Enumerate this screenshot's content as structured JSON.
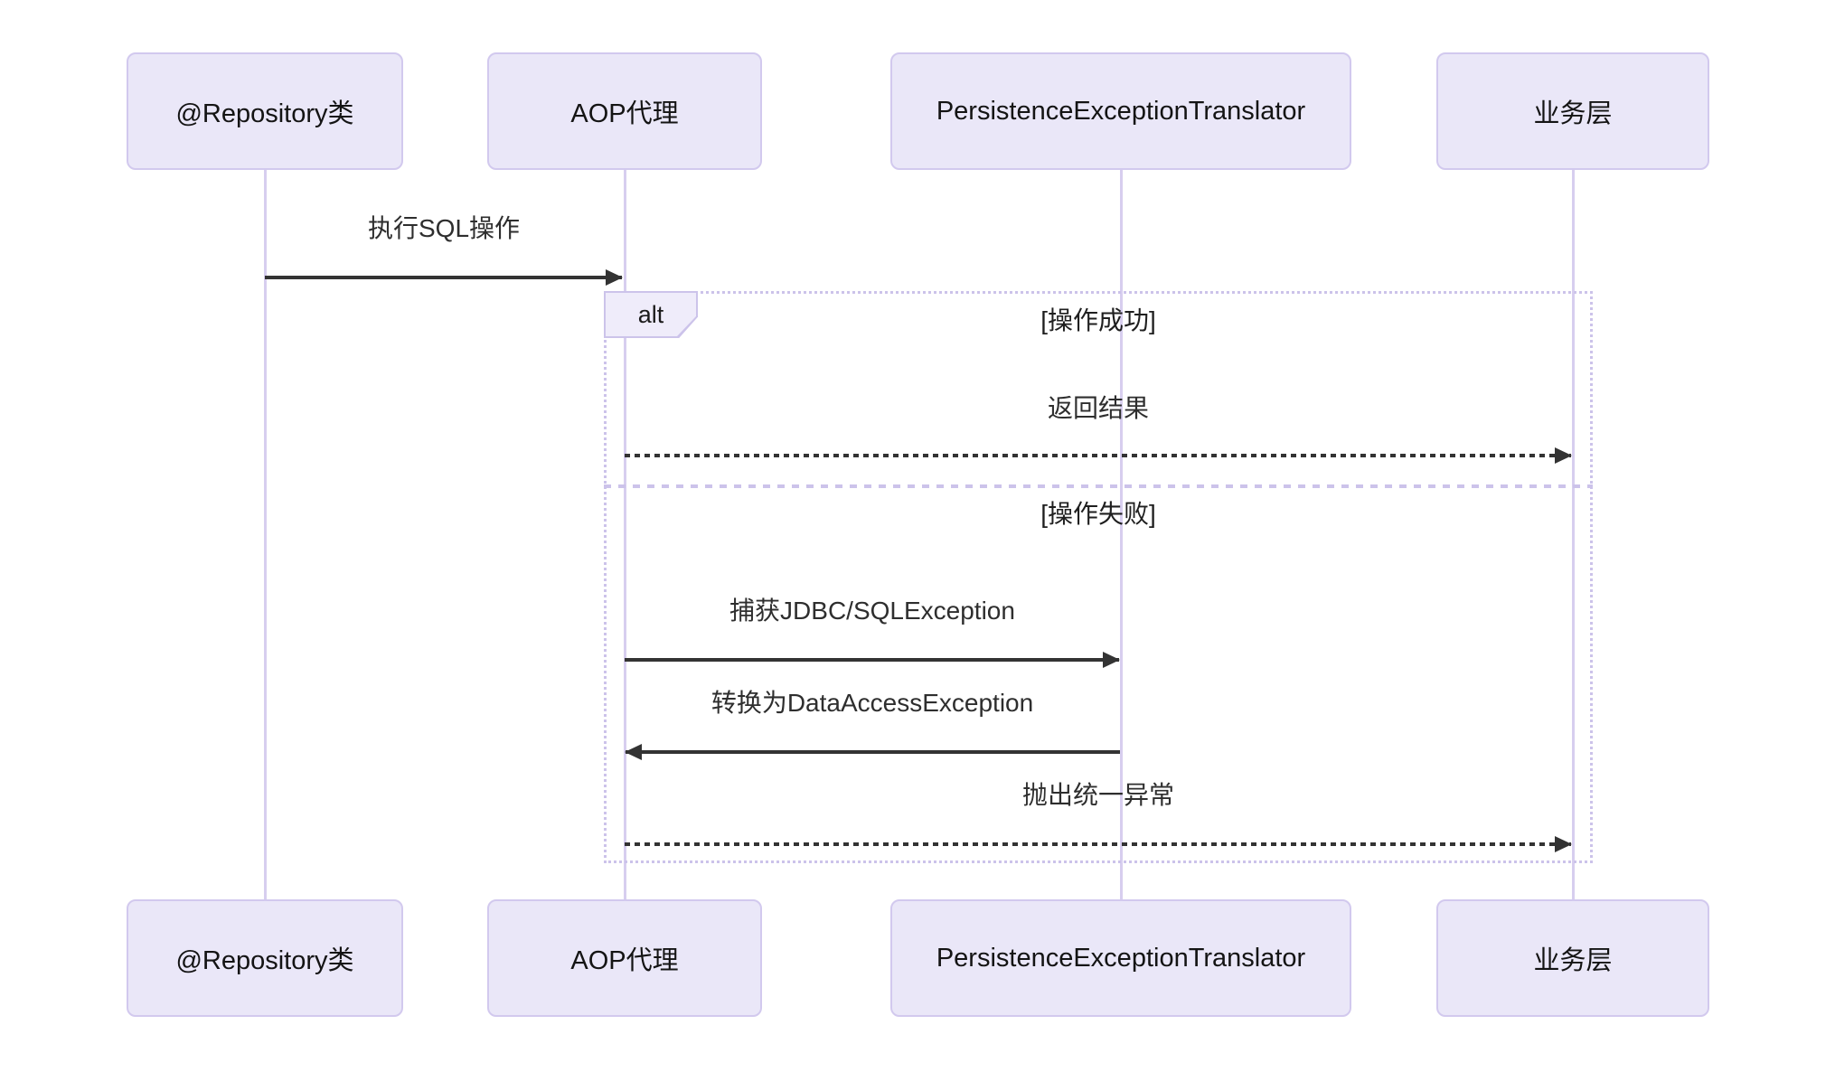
{
  "diagram_type": "sequence-diagram",
  "colors": {
    "background": "#ffffff",
    "actor_fill": "#eae7f8",
    "actor_border": "#d2c9ee",
    "lifeline": "#d7ceef",
    "frame_border": "#ccc3ea",
    "label_fill": "#efecfa",
    "message_line": "#333333",
    "text": "#222222"
  },
  "actors": [
    {
      "id": "repository",
      "label": "@Repository类"
    },
    {
      "id": "aop-proxy",
      "label": "AOP代理"
    },
    {
      "id": "translator",
      "label": "PersistenceExceptionTranslator"
    },
    {
      "id": "business",
      "label": "业务层"
    }
  ],
  "frame": {
    "operator": "alt",
    "guards": [
      "[操作成功]",
      "[操作失败]"
    ]
  },
  "messages": [
    {
      "label": "执行SQL操作",
      "from": "@Repository类",
      "to": "AOP代理",
      "line": "solid"
    },
    {
      "label": "返回结果",
      "from": "AOP代理",
      "to": "业务层",
      "line": "dashed"
    },
    {
      "label": "捕获JDBC/SQLException",
      "from": "AOP代理",
      "to": "PersistenceExceptionTranslator",
      "line": "solid"
    },
    {
      "label": "转换为DataAccessException",
      "from": "PersistenceExceptionTranslator",
      "to": "AOP代理",
      "line": "solid"
    },
    {
      "label": "抛出统一异常",
      "from": "AOP代理",
      "to": "业务层",
      "line": "dashed"
    }
  ]
}
